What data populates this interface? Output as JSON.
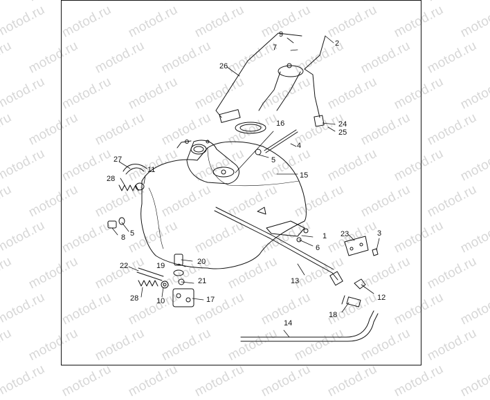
{
  "watermark": "motod.ru",
  "callouts": [
    "1",
    "2",
    "3",
    "4",
    "5",
    "5",
    "6",
    "7",
    "8",
    "9",
    "10",
    "11",
    "12",
    "13",
    "14",
    "15",
    "16",
    "17",
    "18",
    "19",
    "20",
    "21",
    "22",
    "23",
    "24",
    "25",
    "26",
    "27",
    "28",
    "28"
  ]
}
